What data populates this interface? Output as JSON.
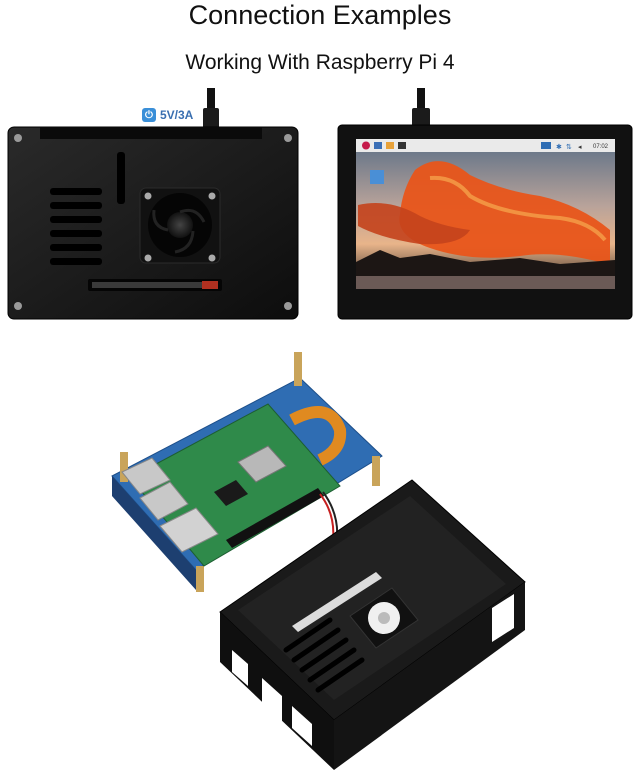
{
  "header": {
    "title": "Connection Examples",
    "subtitle": "Working With Raspberry Pi 4"
  },
  "case_back": {
    "power_label": "5V/3A",
    "power_icon": "power-icon"
  },
  "display": {
    "taskbar_time": "07:02"
  },
  "colors": {
    "case": "#161616",
    "board_blue": "#2f6db3",
    "board_green": "#2f8a4a",
    "sunset_orange": "#e8551a"
  }
}
